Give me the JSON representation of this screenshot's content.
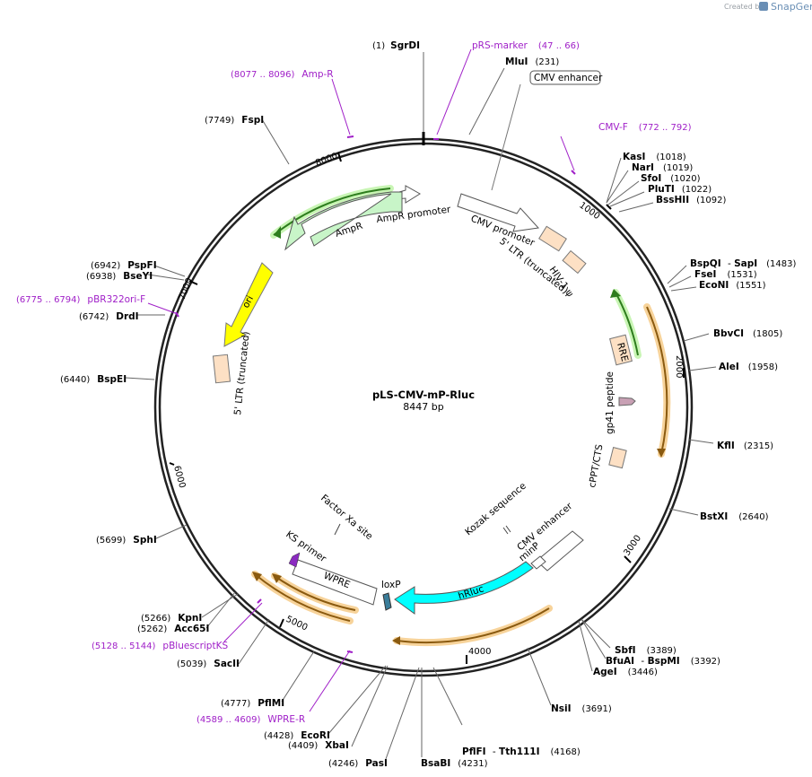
{
  "plasmid": {
    "name": "pLS-CMV-mP-Rluc",
    "length_label": "8447 bp"
  },
  "credit": {
    "created_by": "Created by",
    "brand": "SnapGene"
  },
  "ticks": [
    "1000",
    "2000",
    "3000",
    "4000",
    "5000",
    "6000",
    "7000",
    "8000"
  ],
  "enzymes": [
    {
      "name": "SgrDI",
      "pos": "(1)"
    },
    {
      "name": "MluI",
      "pos": "(231)"
    },
    {
      "name": "KasI",
      "pos": "(1018)"
    },
    {
      "name": "NarI",
      "pos": "(1019)"
    },
    {
      "name": "SfoI",
      "pos": "(1020)"
    },
    {
      "name": "PluTI",
      "pos": "(1022)"
    },
    {
      "name": "BssHII",
      "pos": "(1092)"
    },
    {
      "name": "BspQI",
      "sep": " - ",
      "name2": "SapI",
      "pos": "(1483)"
    },
    {
      "name": "FseI",
      "pos": "(1531)"
    },
    {
      "name": "EcoNI",
      "pos": "(1551)"
    },
    {
      "name": "BbvCI",
      "pos": "(1805)"
    },
    {
      "name": "AleI",
      "pos": "(1958)"
    },
    {
      "name": "KflI",
      "pos": "(2315)"
    },
    {
      "name": "BstXI",
      "pos": "(2640)"
    },
    {
      "name": "SbfI",
      "pos": "(3389)"
    },
    {
      "name": "BfuAI",
      "sep": " - ",
      "name2": "BspMI",
      "pos": "(3392)"
    },
    {
      "name": "AgeI",
      "pos": "(3446)"
    },
    {
      "name": "NsiI",
      "pos": "(3691)"
    },
    {
      "name": "PflFI",
      "sep": " - ",
      "name2": "Tth111I",
      "pos": "(4168)"
    },
    {
      "name": "BsaBI",
      "pos": "(4231)"
    },
    {
      "name": "PasI",
      "pos": "(4246)"
    },
    {
      "name": "XbaI",
      "pos": "(4409)"
    },
    {
      "name": "EcoRI",
      "pos": "(4428)"
    },
    {
      "name": "PflMI",
      "pos": "(4777)"
    },
    {
      "name": "SacII",
      "pos": "(5039)"
    },
    {
      "name": "Acc65I",
      "pos": "(5262)"
    },
    {
      "name": "KpnI",
      "pos": "(5266)"
    },
    {
      "name": "SphI",
      "pos": "(5699)"
    },
    {
      "name": "BspEI",
      "pos": "(6440)"
    },
    {
      "name": "DrdI",
      "pos": "(6742)"
    },
    {
      "name": "BseYI",
      "pos": "(6938)"
    },
    {
      "name": "PspFI",
      "pos": "(6942)"
    },
    {
      "name": "FspI",
      "pos": "(7749)"
    }
  ],
  "primers": [
    {
      "name": "pRS-marker",
      "range": "(47 .. 66)"
    },
    {
      "name": "CMV-F",
      "range": "(772 .. 792)"
    },
    {
      "name": "Amp-R",
      "range": "(8077 .. 8096)"
    },
    {
      "name": "pBR322ori-F",
      "range": "(6775 .. 6794)"
    },
    {
      "name": "pBluescriptKS",
      "range": "(5128 .. 5144)"
    },
    {
      "name": "WPRE-R",
      "range": "(4589 .. 4609)"
    }
  ],
  "features": {
    "cmv_enhancer_top": "CMV enhancer",
    "cmv_promoter": "CMV promoter",
    "ltr5_right": "5' LTR (truncated)",
    "hiv_psi": "HIV-1 ψ",
    "rre": "RRE",
    "gp41": "gp41 peptide",
    "cppt": "cPPT/CTS",
    "kozak": "Kozak sequence",
    "cmv_enhancer_bottom": "CMV enhancer",
    "minp": "minP",
    "hrluc": "hRluc",
    "loxp": "loxP",
    "wpre": "WPRE",
    "ks_primer": "KS primer",
    "factor_xa": "Factor Xa site",
    "ltr5_left": "5' LTR (truncated)",
    "ori": "ori",
    "ampr": "AmpR",
    "ampr_promoter": "AmpR promoter"
  },
  "colors": {
    "primer": "#a020c8",
    "ampr_fill": "#c8f5c8",
    "ori_fill": "#ffff00",
    "ltr_fill": "#fde0c4",
    "hrluc_fill": "#00ffff",
    "orf_arc_orange": "#f2b45c",
    "orf_arc_green": "#9fdc7c",
    "gp41_fill": "#c8a0b4",
    "loxp_fill": "#3a7d9a"
  }
}
